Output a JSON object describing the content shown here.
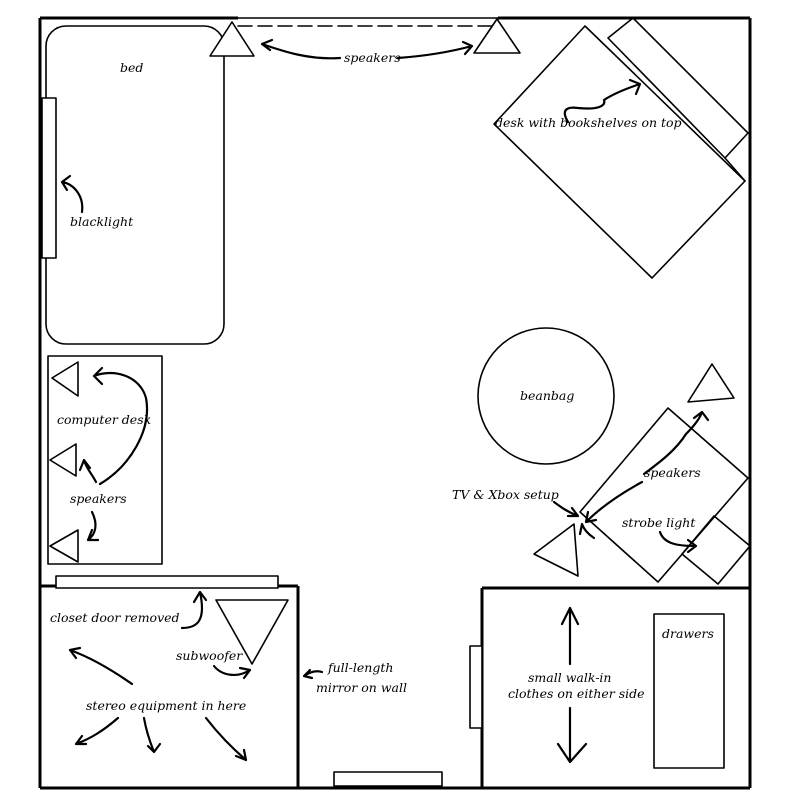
{
  "labels": {
    "bed": "bed",
    "speakers_top": "speakers",
    "desk_bookshelves": "desk with bookshelves on top",
    "blacklight": "blacklight",
    "computer_desk": "computer desk",
    "speakers_left": "speakers",
    "beanbag": "beanbag",
    "tv_xbox": "TV & Xbox setup",
    "speakers_right": "speakers",
    "strobe_light": "strobe light",
    "closet_door": "closet door removed",
    "subwoofer": "subwoofer",
    "stereo_equipment": "stereo equipment in here",
    "mirror_line1": "full-length",
    "mirror_line2": "mirror on wall",
    "drawers": "drawers",
    "walkin_line1": "small walk-in",
    "walkin_line2": "clothes on either side"
  }
}
